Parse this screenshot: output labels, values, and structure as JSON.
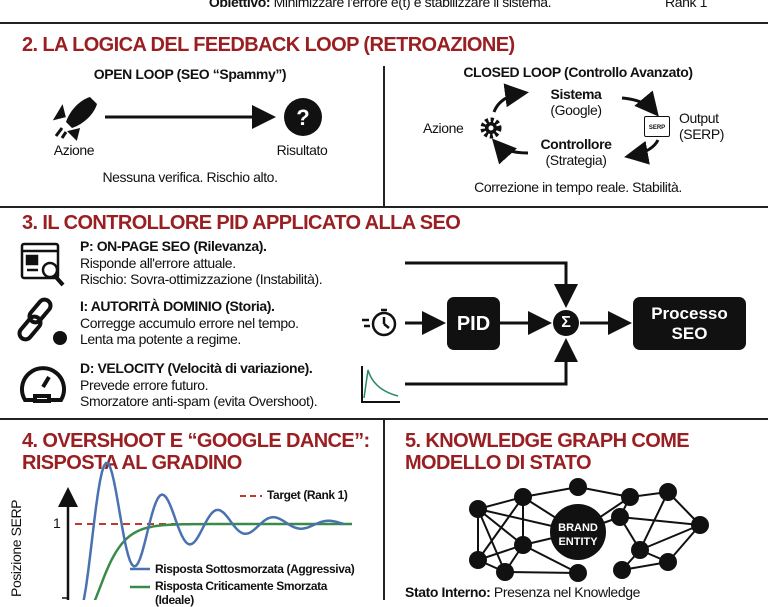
{
  "top": {
    "objective_label": "Obiettivo:",
    "objective_text": " Minimizzare l'errore e(t) e stabilizzare il sistema.",
    "rank": "Rank 1"
  },
  "s2": {
    "title": "2. LA LOGICA DEL FEEDBACK LOOP (RETROAZIONE)",
    "open": {
      "title": "OPEN LOOP (SEO “Spammy”)",
      "action": "Azione",
      "result": "Risultato",
      "note": "Nessuna verifica. Rischio alto."
    },
    "closed": {
      "title": "CLOSED LOOP (Controllo Avanzato)",
      "system": "Sistema",
      "system_sub": "(Google)",
      "output": "Output",
      "output_sub": "(SERP)",
      "serp_icon_text": "SERP",
      "action": "Azione",
      "controller": "Controllore",
      "controller_sub": "(Strategia)",
      "note": "Correzione in tempo reale. Stabilità."
    }
  },
  "s3": {
    "title": "3. IL CONTROLLORE PID APPLICATO ALLA SEO",
    "items": [
      {
        "head": "P: ON-PAGE SEO (Rilevanza).",
        "l1": "Risponde all'errore attuale.",
        "l2": "Rischio: Sovra-ottimizzazione (Instabilità).",
        "icon": "webpage-search-icon"
      },
      {
        "head": "I: AUTORITÀ DOMINIO (Storia).",
        "l1": "Corregge accumulo errore nel tempo.",
        "l2": "Lenta ma potente a regime.",
        "icon": "link-clock-icon"
      },
      {
        "head": "D: VELOCITY (Velocità di variazione).",
        "l1": "Prevede errore futuro.",
        "l2": "Smorzatore anti-spam (evita Overshoot).",
        "icon": "speedometer-icon"
      }
    ],
    "pid": "PID",
    "sum": "Σ",
    "process_l1": "Processo",
    "process_l2": "SEO"
  },
  "s4": {
    "title_l1": "4. OVERSHOOT E “GOOGLE DANCE”:",
    "title_l2": "RISPOSTA AL GRADINO",
    "ylabel": "Posizione SERP",
    "ytick": "1",
    "legend_target": "Target (Rank 1)",
    "legend_under": "Risposta Sottosmorzata (Aggressiva)",
    "legend_crit": "Risposta Criticamente Smorzata",
    "legend_crit2": "(Ideale)",
    "colors": {
      "target": "#c0392b",
      "under": "#4a72b0",
      "crit": "#3a8a4a"
    }
  },
  "s5": {
    "title_l1": "5. KNOWLEDGE GRAPH COME",
    "title_l2": "MODELLO DI STATO",
    "center_l1": "BRAND",
    "center_l2": "ENTITY",
    "state_label": "Stato Interno:",
    "state_text": " Presenza nel Knowledge"
  },
  "colors": {
    "heading": "#9a1f22"
  }
}
